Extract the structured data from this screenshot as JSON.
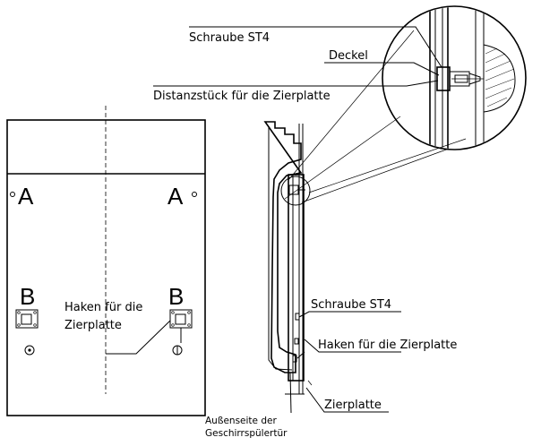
{
  "labels": {
    "screw_top": "Schraube ST4",
    "cover": "Deckel",
    "spacer": "Distanzstück für die Zierplatte",
    "letter_a": "A",
    "letter_b": "B",
    "hooks_front_line1": "Haken für die",
    "hooks_front_line2": "Zierplatte",
    "screw_side": "Schraube ST4",
    "hooks_side": "Haken für die Zierplatte",
    "panel": "Zierplatte",
    "outside_line1": "Außenseite der",
    "outside_line2": "Geschirrspülertür"
  }
}
